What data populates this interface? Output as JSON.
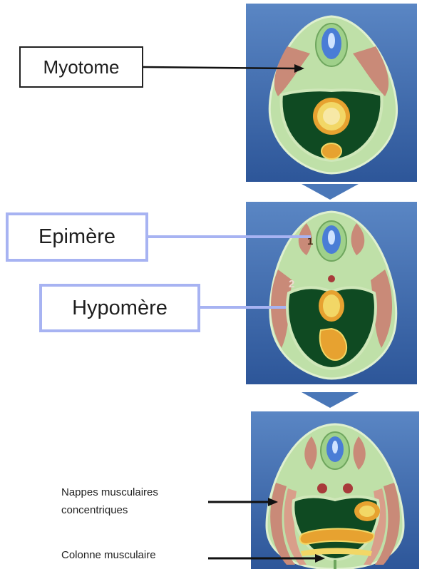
{
  "labels": {
    "myotome": "Myotome",
    "epimere": "Epimère",
    "hypomere": "Hypomère",
    "nappes_line1": "Nappes musculaires",
    "nappes_line2": "concentriques",
    "colonne": "Colonne musculaire"
  },
  "markers": {
    "one": "1",
    "two": "2"
  },
  "colors": {
    "panel_blue": "#3d6bb0",
    "panel_blue_dark": "#2a4f92",
    "coelom_green": "#0f4a22",
    "mesoderm_green": "#a9cf92",
    "muscle_red": "#c98a78",
    "neural_blue": "#4a7dd6",
    "notochord_yellow": "#f2d766",
    "gut_orange": "#e7a230",
    "label_border": "#a7b3f2"
  }
}
